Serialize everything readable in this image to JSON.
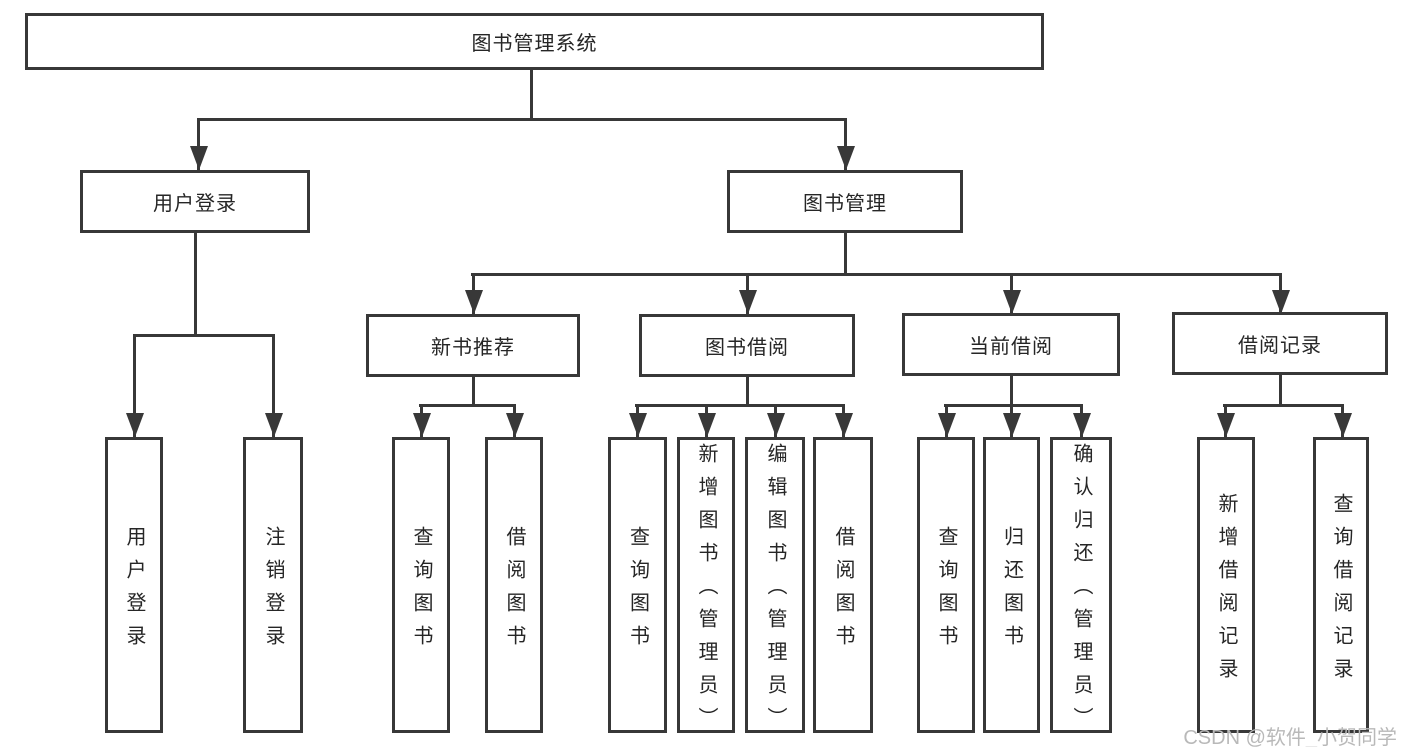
{
  "tree": {
    "label": "图书管理系统",
    "children": [
      {
        "label": "用户登录",
        "children": [
          {
            "label": "用户登录"
          },
          {
            "label": "注销登录"
          }
        ]
      },
      {
        "label": "图书管理",
        "children": [
          {
            "label": "新书推荐",
            "children": [
              {
                "label": "查询图书"
              },
              {
                "label": "借阅图书"
              }
            ]
          },
          {
            "label": "图书借阅",
            "children": [
              {
                "label": "查询图书"
              },
              {
                "label": "新增图书（管理员）"
              },
              {
                "label": "编辑图书（管理员）"
              },
              {
                "label": "借阅图书"
              }
            ]
          },
          {
            "label": "当前借阅",
            "children": [
              {
                "label": "查询图书"
              },
              {
                "label": "归还图书"
              },
              {
                "label": "确认归还（管理员）"
              }
            ]
          },
          {
            "label": "借阅记录",
            "children": [
              {
                "label": "新增借阅记录"
              },
              {
                "label": "查询借阅记录"
              }
            ]
          }
        ]
      }
    ]
  },
  "watermark": {
    "text": "CSDN @软件_小贺同学"
  },
  "colors": {
    "line": "#383838",
    "text": "#262626",
    "watermark": "#b9b9b9",
    "background": "#ffffff"
  }
}
